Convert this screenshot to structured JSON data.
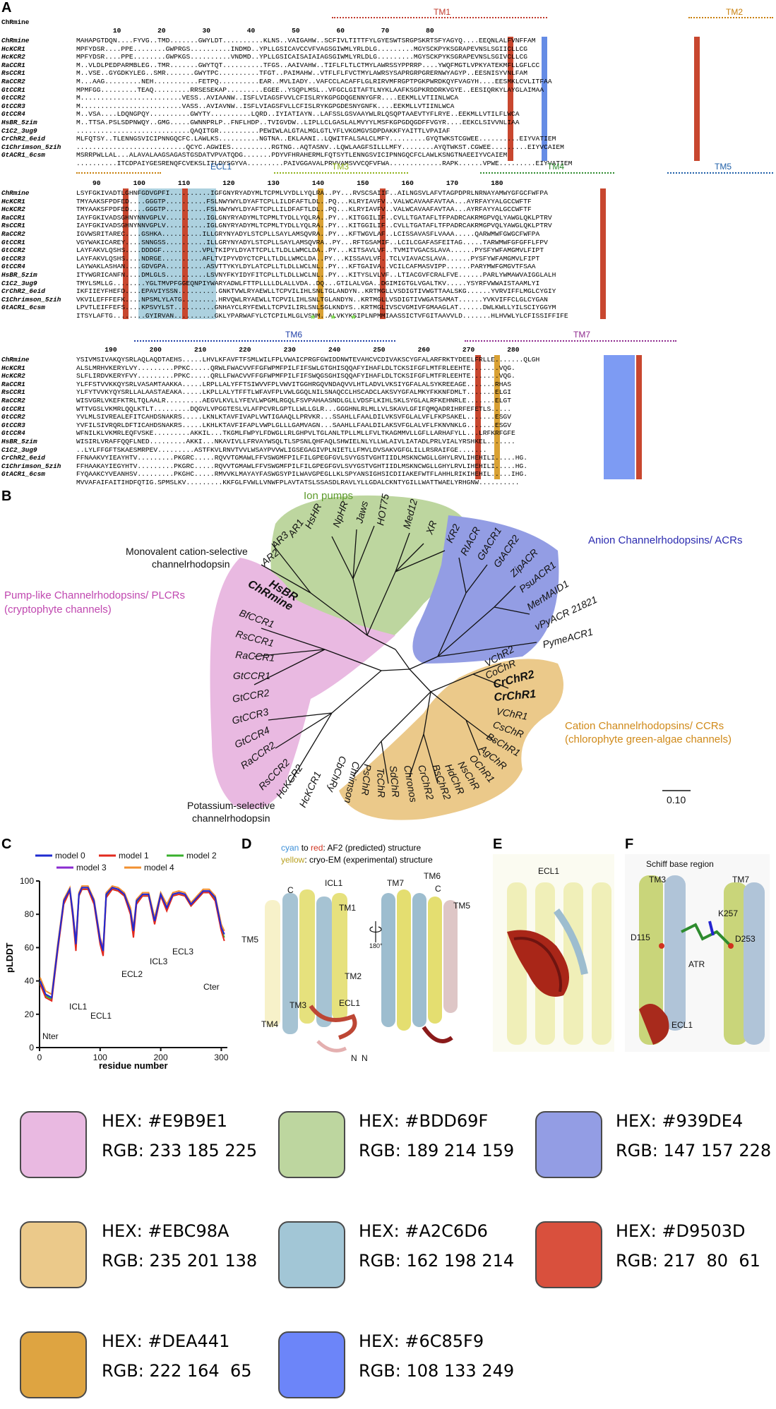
{
  "panel_labels": {
    "a": "A",
    "b": "B",
    "c": "C",
    "d": "D",
    "e": "E",
    "f": "F"
  },
  "alignment": {
    "ref_name": "ChRmine",
    "blocks": [
      {
        "ruler": "         10         20         30         40         50         60         70         80",
        "tm_labels": [
          {
            "text": "TM1",
            "color": "#c0392b"
          },
          {
            "text": "TM2",
            "color": "#c87f0a"
          }
        ],
        "names": [
          "ChRmine",
          "HcKCR1",
          "HcKCR2",
          "RaCCR1",
          "RsCCR1",
          "RaCCR2",
          "GtCCR1",
          "GtCCR2",
          "GtCCR3",
          "GtCCR4",
          "HsBR_5zim",
          "C1C2_3ug9",
          "CrChR2_6eid",
          "C1Chrimson_5zih",
          "GtACR1_6csm"
        ],
        "seqs": [
          "MAHAPGTDQN....FYVG..TMD.......GWYLDT..........KLNS..VAIGAHW..SCFIVLTITTFYLGYESWTSRGPSKRTSFYAGYQ....EEQNLALFVNFFAM",
          "MPFYDSR....PPE........GWPRGS..........INDMD..YPLLGSICAVCCVFVAGSGIWMLYRLDLG.........MGYSCKPYKSGRAPEVNSLSGIICLLCG",
          "MPFYDSR....PPE........GWPKGS..........VNDMD..YPLLGSICAISAIAIAGSGIWMLYRLDLG.........MGYSCKPYKSGRAPEVNSLSGIVCLLCG",
          "M..VLDLPEDPARMBLEG..TMR.......GWYTQT..........TFGS..AAIVAHW..TIFLFLTLCTMYLAWRSSYPPRRP....YWQFMGTLVPKYATEKMFLLGFLCC",
          "M..VSE..GYGDKYLEG..SMR.......GWYTPC..........TFGT..PAIMAHW..VTFLFLFVCTMYLAWRSYSAPRGRPGRERNWYAGYP..EESNISYVNLFAM",
          "M...AAG.........NEH...........FETPQ..........EAR..MVLIADY..VAFCCLACAFFLGLRIRVMFRGPTPGKPWRDKQYFVAGYH....EESMKLCVLITFAA",
          "MPMFGG.........TEAQ.........RRSESEKAP.........EGEE..YSQPLMSL..VFGCLGITAFTLNYKLAAFKSGPKRDDRKVGYE..EESIQRKYLAYGLAIMAA",
          "M.........................VESS..AVIAANW..ISFLVIAGSFVVLCFISLRYKGPGDQGENNYGFR....EEKMLLVTIINLWCA",
          "M.........................VASS..AVIAVNW..ISFLVIAGSFVLLCFISLRYKGPGDESNYGNFK....EEKMLLVTIINLWCA",
          "M..VSA....LDQNGPQY..........GWYTY..........LQRD..IYIATIAYN..LAFSSLGSVAAYWLRLQSQPTAAEVTYFLRYE..EEKMLLVTILFLWCA",
          "M..TTSA.PSLSDPNWQY..GMG.....GWNNPRLP..FNFLHDP..TVIGVDW..LIPLLCLGASLALMVYYLMSFKGPGDQGDFFVGYR....EEKCLSIVVNLIAA",
          "............................QAQITGR..........PEWIWLALGTALMGLGTLYFLVKGMGVSDPDAKKFYAITTLVPAIAF",
          "MLFQTSY..TLENNGSVICIPNNGQCFC.LAWLKS..........NGTNA..EKLAANI..LQWITFALSALCLMFY.........GYQTWKSTCGWEE..........EIYVATIEM",
          "...........................QCYC.AGWIES..........RGTNG..AQTASNV..LQWLAAGFSILLLMFY........AYQTWKST.CGWEE.........EIYVCAIEM",
          "MSRRPWLLAL...ALAVALAAGSAGASTGSDATVPVATQDG.......PDYVFHRAHERMLFQTSYTLENNGSVICIPNNGQCFCLAWLKSNGTNAEEIYVCAIEM",
          "..........ITCDPAIYGESRENQFCVEKSLITLDYSGYVA.........PAIVGGAVALPRVVAMSVVCQFVFWA.............RAPK......VPWE.........EIYVATIEM"
        ]
      },
      {
        "ruler": "    90        100        110        120        130        140        150        160        170        180",
        "tm_labels": [
          {
            "text": "ECL1",
            "color": "#1f5fa8"
          },
          {
            "text": "TM3",
            "color": "#8fb21a"
          },
          {
            "text": "TM4",
            "color": "#2e8b2e"
          },
          {
            "text": "TM5",
            "color": "#1f5fa8"
          }
        ],
        "names": [
          "ChRmine",
          "HcKCR1",
          "HcKCR2",
          "RaCCR1",
          "RsCCR1",
          "RaCCR2",
          "GtCCR1",
          "GtCCR2",
          "GtCCR3",
          "GtCCR4",
          "HsBR_5zim",
          "C1C2_3ug9",
          "CrChR2_6eid",
          "C1Chrimson_5zih",
          "GtACR1_6csm"
        ],
        "seqs": [
          "LSYFGKIVADTLGHNFGDVGPFI..........IGFGNYRYADYMLTCPMLVYDLLYQLRA..PY...RVSCSAIIF..AILNGSVLAFVTAGPDPRLNRNAYAMWYGFGCFWFPA",
          "TMYAAKSFPDFED....GGGTP..........FSLNWYWYLDYAFTCPLLILDFAFTLDL..PQ...KLRYIAVFV..VALWCAVAAFAVTAA...AYRFAYYALGCCWFTF",
          "TMYAAKSFPDFED....GGGTP..........FSLNWYWYLDYAFTCPLLILDFAFTLDL..PQ...KLRYIAVFV..VALWCAVAAFAVTAA...AYRFAYYALGCCWFTF",
          "IAYFGKIVADSGHNYNNVGPLV..........IGLGNYRYADYMLTCPMLTYDLLYQLRA..PY...KITGGILIF..CVLLTGATAFLTFPADRCAKRMGPVQLYAWGLQKLPTRV",
          "IAYFGKIVADSGHNYNNVGPLV..........IGLGNYRYADYMLTCPMLTYDLLYQLRA..PY...KITGGILIF..CVLLTGATAFLTFPADRCAKRMGPVQLYAWGLQKLPTRV",
          "IGVWSRITAREC....GSHKA..........ILLGRYNYADYLSTCPLLSAYLAMSQVRA..PY...KFTWGVLAF..LCISSAVASFLVAAA.....QARWMWFGWGCFWFPA",
          "VGYWAKICAREY....SNNGSS..........ILLGRYNYADYLSTCPLLSAYLAMSQVRA..PY...RFTGSAMIF..LCILCGAFASFEITAG.....TARWMWFGFGFFLFPV",
          "LAYFAKVLQSHS....DDDGF..........VPLTKIPYLDYATTCPLLTLDLLWMCLDA..PY...KITSAVLVF..TVMITVGACSLAVA......PYSFYWFAMGMVLFIPT",
          "LAYFAKVLQSHS....NDRGE..........AFLTVIPYVDYCTCPLLTLDLLWMCLDA..PY...KISSAVLVF..TCLVIAVACSLAVA......PYSFYWFAMGMVLFIPT",
          "LAYWAKLASHAN....GDVGPA..........ASVTTYKYLDYLATCPLLTLDLLWCLNL..PY...KFTGAIVA..VCILCAFMASVIPP......PARYMWFGMGVTFSAA",
          "ITYWGRICANFN....DMLGLS..........LSVNYFKYIDYFITCPLLTLDLLWCLNL..PY...KITYSLVLVF..LTIACGVFCRALFVE......PARLYWMAWVAIGGLALH",
          "TMYLSMLLG........YGLTMVPFGGEQNPIYWARYADWLFTTPLLLLDLALLVDA..DQ...GTILALVGA..DGIMIGTGLVGALTKV.....YSYRFVWWAISTAAMLYI",
          "IKFIIEYFHEFD....EPAVIYSSN..........GNKTVWLRYAEWLLTCPVILIHLSNLTGLANDYN..KRTMGLLVSDIGTIVWGTTAALSKG......YVRVIFFLMGLCYGIY",
          "VKVILEFFFEFK....NPSMLYLATG.........HRVQWLRYAEWLLTCPVILIHLSNLTGLANDYN..KRTMGLLVSDIGTIVWGATSAMAT......YVKVIFFCLGLCYGAN",
          "LPVTLEIFFEFS....KPSVYLST..........GNHAYCLRYFEWLLTCPVILIRLSNLSGLKNDYS..KRTMGLIVSCVGMIVFGMAAGLAT......DWLKWLLYILSCIYGGYM",
          "ITSYLAFTG........GYIRVAN..........GKLYPARWAFYLCTCPILMLGLVSNM..ALVKYKSIPLNPMMIAASSICTVFGITAAVVLD.......HLHVWLYLCFISSIFFIFE"
        ],
        "stars": "* * *"
      },
      {
        "ruler": "       190        200        210        220        230        240        250        260        270        280",
        "tm_labels": [
          {
            "text": "TM6",
            "color": "#1f3fa8"
          },
          {
            "text": "TM7",
            "color": "#8e2a8e"
          }
        ],
        "names": [
          "ChRmine",
          "HcKCR1",
          "HcKCR2",
          "RaCCR1",
          "RsCCR1",
          "RaCCR2",
          "GtCCR1",
          "GtCCR2",
          "GtCCR3",
          "GtCCR4",
          "HsBR_5zim",
          "C1C2_3ug9",
          "CrChR2_6eid",
          "C1Chrimson_5zih",
          "GtACR1_6csm"
        ],
        "seqs": [
          "YSIVMSIVAKQYSRLAQLAQDTAEHS.....LHVLKFAVFTFSMLWILFPLVWAICPRGFGWIDDNWTEVAHCVCDIVAKSCYGFALARFRKTYDEELFRLLE.......QLGH",
          "ALSLMRHVKERYLVY.........PPKC.....QRWLFWACVVFFGFWPMFPILFIFSWLGTGHISQQAFYIHAFLDLTCKSIFGFLMTFRLEEHTE.......VQG.",
          "SLFLIRDVKERYFVY.........PPKC.....QRLLFWACVVFFGFWPMFPILFIFSWQGSGHISQQAFYIHAFLDLTCKSIFGFLMTFRLEEHTE.......VQG.",
          "YLFFSTVVKKQYSRLVASAMTAAKKA.....LRPLLALYFFTSIWVVFPLVWVITGGHRGQVNDAQVVLHTLADVLVKSIYGFALALSYKREEAGE.......RHAS",
          "YLFYTVVKYQYSRLLALAASTAEAKA.....LKPLLALYTFFTLWFAVFPLVWLGGQLNILSNAQCCLHSCADCLAKSVYGFALMKYFKKNFDMLT.......ELGI",
          "WISVGRLVKEFKTRLTQLAALR.........AEGVLKVLLYFEVLWPGMLRGQLFSVPAHAASNDLGLLVDSFLKIHLSKLSYGLALRFKEHNRLE.......ELGT",
          "WTTVGSLVKMRLQQLKTLT.........DQGVLVPGGTESLVLAFPCVRLGPTLLWLLGLR...GGGHNLRLMLLVLSKAVLGFIFQMQADRIHRFEFETLS.....",
          "YVLMLSIVREALEFITCAHDSNAKRS.....LKNLKTAVFIVAPLVWTIGAAQLLPRVKR...SSAHLLFAALDILVKSVFGLALVFLFKPSAKEL.......ESGV",
          "YVFILSIVRQRLDFTICAHDSNAKRS.....LKHLKTAVFIFAPLVWPLGLLLGAMVAGN...SAAHLLFAALDILAKSVFGLALVFLFKNVNKLG.......ESGV",
          "WFNILKLVKMRLEQFVSKE.........AKKIL...TKGMLFWPYLFDWGLLRLGHPVLTGLANLTPLLMLLFVLTKAGMMVLLGFLLARHAFYLL...LRFKRFGFE",
          "WISIRLVRAFFQQFLNED.........AKKI...NKAVIVLLFRVAYWSQLTLSPSNLQHFAQLSHWIELNLYLLWLAIVLIATADLPRLVIALYRSHKEL.......",
          "..LYLFFGFTSKAESMRPEV.........ASTFKVLRNVTVVLWSAYPVVWLIGSEGAGIVPLNIETLLFMVLDVSAKVGFGLILLRSRAIFGE.......",
          "FFNAAKVYIEAYHTV.........PKGRC.....RQVVTGMAWLFFVSWGMFPILFILGPEGFGVLSVYGSTVGHTIIDLMSKNCWGLLGHYLRVLIHEHILI.....HG.",
          "FFHAAKAYIEGYHTV.........PKGRC.....RQVVTGMAWLFFVSWGMFPILFILGPEGFGVLSVYGSTVGHTIIDLMSKNCWGLLGHYLRVLIHEHILI.....HG.",
          "FYQAAKCYVEANHSV.........PKGHC.....RMVVKLMAYAYFASWGSYPILWAVGPEGLLKLSPYANSIGHSICDIIAKEFWTFLAHHLRIKIHEHIL.....IHG.",
          "MVVAFAIFAITIHDFQTIG.SPMSLKV.........KKFGLFVWLLVNWFPLAVTATSLSSASDLRAVLYLLGDALCKNTYGILLWATTWAELYRHGNW.........."
        ]
      }
    ]
  },
  "tree": {
    "groups": {
      "ion_pumps": "Ion pumps",
      "acrs": "Anion Channelrhodopsins/ ACRs",
      "plcrs_1": "Pump-like Channelrhodopsins/ PLCRs",
      "plcrs_2": "(cryptophyte channels)",
      "ccrs_1": "Cation Channelrhodopsins/ CCRs",
      "ccrs_2": "(chlorophyte green-algae channels)",
      "monovalent_1": "Monovalent cation-selective",
      "monovalent_2": "channelrhodopsin",
      "potassium_1": "Potassium-selective",
      "potassium_2": "channelrhodopsin"
    },
    "leaves_pump": [
      "AR2",
      "AR3",
      "AR1",
      "HsHR",
      "NpHR",
      "Jaws",
      "HOT75",
      "Med12",
      "XR",
      "KR2"
    ],
    "leaves_acr": [
      "RIACR",
      "GtACR1",
      "GtACR2",
      "ZipACR",
      "PsuACR1",
      "MerMAID1",
      "vPyACR 21821",
      "PymeACR1"
    ],
    "leaves_plcr": [
      "HsBR",
      "ChRmine",
      "BfCCR1",
      "RsCCR1",
      "RaCCR1",
      "GtCCR1",
      "GtCCR2",
      "GtCCR3",
      "GtCCR4",
      "RaCCR2",
      "RsCCR2",
      "HcKCR2",
      "HcKCR1"
    ],
    "leaves_ccr": [
      "VChR2",
      "CoChR",
      "CrChR2",
      "CrChR1",
      "VChR1",
      "CsChR",
      "BsChR1",
      "AgChR",
      "OChR1",
      "NsChR",
      "HdChR",
      "BsChR2",
      "CrChR2",
      "Chronos",
      "SdChR",
      "TcChR",
      "PsChR",
      "Chrimson",
      "CbChRy"
    ],
    "scale": "0.10"
  },
  "plddt_chart": {
    "ylabel": "pLDDT",
    "xlabel": "residue number",
    "yticks": [
      "0",
      "20",
      "40",
      "60",
      "80",
      "100"
    ],
    "xticks": [
      "0",
      "100",
      "200",
      "300"
    ],
    "legend": [
      {
        "name": "model 0",
        "color": "#1f2bd0"
      },
      {
        "name": "model 1",
        "color": "#e22a1e"
      },
      {
        "name": "model 2",
        "color": "#38b02c"
      },
      {
        "name": "model 3",
        "color": "#8a2bd0"
      },
      {
        "name": "model 4",
        "color": "#f29030"
      }
    ],
    "annotations": [
      "Nter",
      "ICL1",
      "ECL1",
      "ECL2",
      "ICL3",
      "ECL3",
      "Cter"
    ]
  },
  "chart_data": {
    "type": "line",
    "xlabel": "residue number",
    "ylabel": "pLDDT",
    "xlim": [
      0,
      310
    ],
    "ylim": [
      0,
      100
    ],
    "x": [
      1,
      10,
      20,
      30,
      40,
      50,
      55,
      60,
      65,
      70,
      80,
      90,
      100,
      105,
      110,
      120,
      130,
      140,
      150,
      155,
      160,
      170,
      180,
      190,
      200,
      210,
      220,
      230,
      240,
      250,
      260,
      270,
      280,
      290,
      300,
      305
    ],
    "series": [
      {
        "name": "model 0",
        "values": [
          40,
          32,
          30,
          60,
          88,
          95,
          80,
          62,
          92,
          96,
          96,
          88,
          64,
          58,
          92,
          96,
          95,
          92,
          82,
          70,
          88,
          92,
          92,
          76,
          92,
          84,
          92,
          93,
          92,
          86,
          90,
          94,
          94,
          90,
          72,
          68
        ]
      },
      {
        "name": "model 1",
        "values": [
          38,
          30,
          28,
          58,
          86,
          94,
          78,
          58,
          91,
          95,
          95,
          86,
          62,
          55,
          90,
          95,
          94,
          91,
          80,
          66,
          86,
          91,
          91,
          74,
          91,
          82,
          91,
          92,
          91,
          85,
          89,
          93,
          93,
          88,
          70,
          64
        ]
      },
      {
        "name": "model 2",
        "values": [
          39,
          31,
          29,
          59,
          87,
          94,
          79,
          60,
          91,
          95,
          95,
          87,
          63,
          57,
          91,
          95,
          94,
          91,
          81,
          68,
          87,
          91,
          91,
          75,
          91,
          83,
          91,
          92,
          91,
          85,
          89,
          93,
          93,
          89,
          71,
          66
        ]
      },
      {
        "name": "model 3",
        "values": [
          40,
          32,
          30,
          60,
          88,
          95,
          81,
          63,
          92,
          96,
          96,
          88,
          65,
          59,
          92,
          96,
          95,
          92,
          82,
          71,
          88,
          92,
          92,
          76,
          92,
          84,
          92,
          93,
          92,
          86,
          90,
          94,
          94,
          90,
          72,
          68
        ]
      },
      {
        "name": "model 4",
        "values": [
          42,
          34,
          32,
          62,
          89,
          96,
          82,
          64,
          93,
          97,
          97,
          89,
          66,
          60,
          93,
          97,
          96,
          93,
          84,
          72,
          89,
          93,
          93,
          78,
          93,
          86,
          93,
          94,
          93,
          87,
          91,
          95,
          95,
          91,
          74,
          70
        ]
      }
    ]
  },
  "structure_d": {
    "legend_line1_a": "cyan",
    "legend_line1_b": " to ",
    "legend_line1_c": "red",
    "legend_line1_d": ": AF2 (predicted) structure",
    "legend_line2_a": "yellow",
    "legend_line2_b": ": cryo-EM (experimental) structure",
    "labels_left": [
      "C",
      "ICL1",
      "TM1",
      "TM5",
      "TM2",
      "ECL1",
      "TM3",
      "TM4",
      "N"
    ],
    "rotate": "180°",
    "labels_right": [
      "TM7",
      "TM6",
      "C",
      "TM5",
      "N"
    ]
  },
  "structure_e": {
    "label": "ECL1"
  },
  "structure_f": {
    "title": "Schiff base region",
    "labels": [
      "TM3",
      "TM7",
      "K257",
      "D115",
      "D253",
      "ATR",
      "ECL1"
    ]
  },
  "palette": [
    {
      "hex": "HEX: #E9B9E1",
      "rgb": "RGB: 233 185 225",
      "color": "#E9B9E1"
    },
    {
      "hex": "HEX: #BDD69F",
      "rgb": "RGB: 189 214 159",
      "color": "#BDD69F"
    },
    {
      "hex": "HEX: #939DE4",
      "rgb": "RGB: 147 157 228",
      "color": "#939DE4"
    },
    {
      "hex": "HEX: #EBC98A",
      "rgb": "RGB: 235 201 138",
      "color": "#EBC98A"
    },
    {
      "hex": "HEX: #A2C6D6",
      "rgb": "RGB: 162 198 214",
      "color": "#A2C6D6"
    },
    {
      "hex": "HEX: #D9503D",
      "rgb": "RGB: 217  80  61",
      "color": "#D9503D"
    },
    {
      "hex": "HEX: #DEA441",
      "rgb": "RGB: 222 164  65",
      "color": "#DEA441"
    },
    {
      "hex": "HEX: #6C85F9",
      "rgb": "RGB: 108 133 249",
      "color": "#6C85F9"
    }
  ]
}
